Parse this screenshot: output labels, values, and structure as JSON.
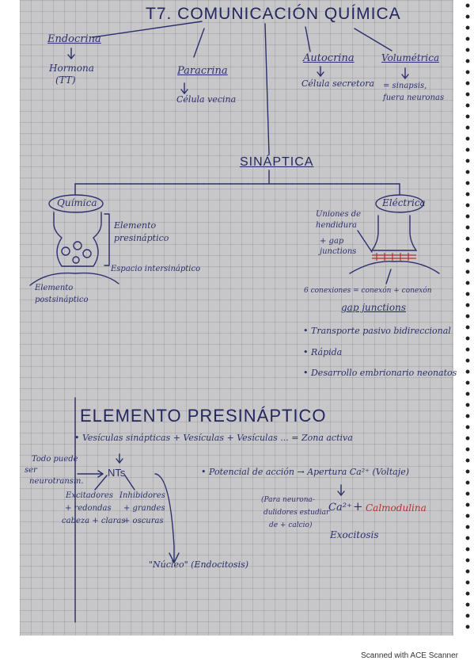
{
  "title": "T7. COMUNICACIÓN QUÍMICA",
  "types": {
    "endocrina": "Endocrina",
    "endocrina_sub": "Hormona",
    "endocrina_sub2": "(TT)",
    "paracrina": "Paracrina",
    "paracrina_sub": "Célula vecina",
    "autocrina": "Autocrina",
    "autocrina_sub": "Célula secretora",
    "volumetrica": "Volumétrica",
    "volumetrica_sub1": "= sinapsis,",
    "volumetrica_sub2": "fuera neuronas"
  },
  "sinaptica": {
    "label": "SINÁPTICA",
    "quimica": "Química",
    "electrica": "Eléctrica",
    "elemento_presinaptico": "Elemento presináptico",
    "espacio": "Espacio intersináptico",
    "elemento_post": "Elemento postsináptico",
    "uniones": "Uniones de hendidura",
    "gap": "+ gap junctions",
    "conexiones": "6 conexiones = conexón + conexón",
    "gap_heading": "gap junctions",
    "bullets": [
      "• Transporte pasivo bidireccional",
      "• Rápida",
      "• Desarrollo embrionario neonatos"
    ]
  },
  "presinaptico": {
    "heading": "ELEMENTO PRESINÁPTICO",
    "vesiculas": "• Vesículas sinápticas + Vesículas + Vesículas ... = Zona activa",
    "todo_puede": "Todo puede",
    "ser": "ser",
    "neurotransm": "neurotransm.",
    "nts": "NTs",
    "excitadores": "Excitadores",
    "excit_sub1": "+ redondas",
    "excit_sub2": "cabeza + claras",
    "inhibidores": "Inhibidores",
    "inhib_sub1": "+ grandes",
    "inhib_sub2": "+ oscuras",
    "nucleo": "\"Núcleo\" (Endocitosis)",
    "potencial": "• Potencial de acción → Apertura Ca²⁺ (Voltaje)",
    "arrow_down": "⇩",
    "para_neuro1": "(Para neurona-",
    "para_neuro2": "dulidores estudiar",
    "para_neuro3": "de + calcio)",
    "ca2": "Ca²⁺",
    "plus": "+",
    "calmodulina": "Calmodulina",
    "exocitosis": "Exocitosis"
  },
  "footer": "Scanned with ACE Scanner"
}
